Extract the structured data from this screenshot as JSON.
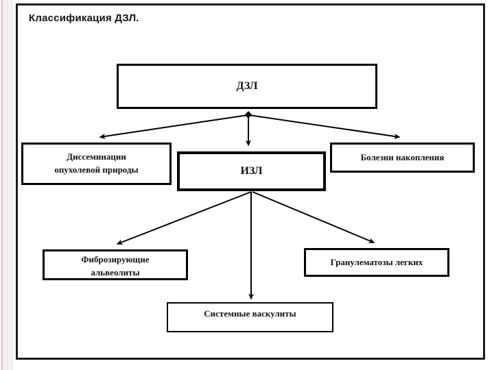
{
  "slide": {
    "title": "Классификация ДЗЛ.",
    "background_color": "#ffffff",
    "frame_color": "#1b1b1b",
    "text_color": "#111111"
  },
  "diagram": {
    "type": "hierarchy-flowchart",
    "orientation": "top-down",
    "nodes": [
      {
        "id": "dzl",
        "label": "ДЗЛ",
        "level": 0
      },
      {
        "id": "dissem",
        "label": "Диссеминации опухолевой природы",
        "line1": "Диссеминации",
        "line2": "опухолевой природы",
        "level": 1
      },
      {
        "id": "izl",
        "label": "ИЗЛ",
        "level": 1
      },
      {
        "id": "storage",
        "label": "Болезни накопления",
        "level": 1
      },
      {
        "id": "fibro",
        "label": "Фиброзирующие альвеолиты",
        "line1": "Фиброзирующие",
        "line2": "альвеолиты",
        "level": 2
      },
      {
        "id": "granuloma",
        "label": "Гранулематозы легких",
        "level": 2
      },
      {
        "id": "vasculitis",
        "label": "Системные васкулиты",
        "level": 2
      }
    ],
    "edges": [
      {
        "from": "dzl",
        "to": "dissem",
        "style": "arrow-diagonal-left"
      },
      {
        "from": "dzl",
        "to": "izl",
        "style": "arrow-vertical"
      },
      {
        "from": "dzl",
        "to": "storage",
        "style": "arrow-diagonal-right"
      },
      {
        "from": "izl",
        "to": "fibro",
        "style": "arrow-diagonal-left"
      },
      {
        "from": "izl",
        "to": "vasculitis",
        "style": "arrow-vertical"
      },
      {
        "from": "izl",
        "to": "granuloma",
        "style": "arrow-diagonal-right"
      }
    ]
  }
}
